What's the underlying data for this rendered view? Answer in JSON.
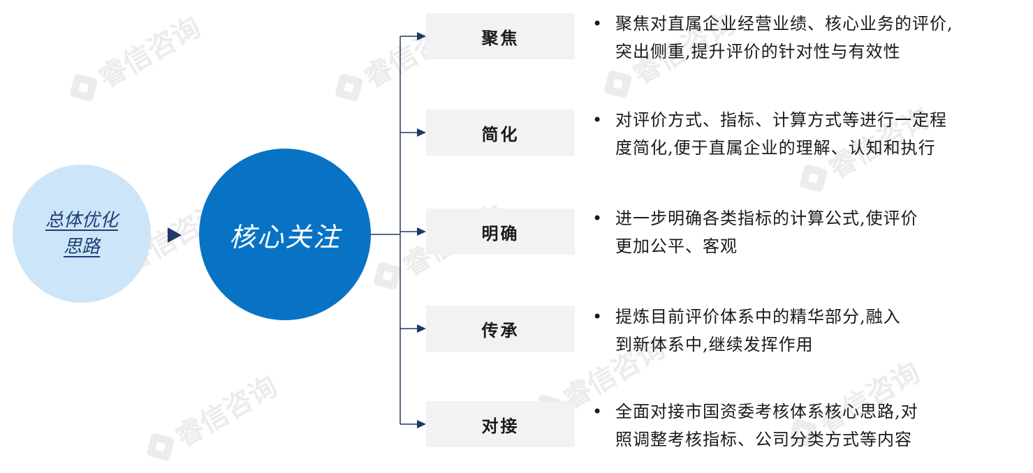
{
  "watermark_text": "睿信咨询",
  "left_circle": {
    "line1": "总体优化",
    "line2": "思路"
  },
  "main_circle": {
    "label": "核心关注"
  },
  "colors": {
    "left_circle": "#cde5f8",
    "main_circle": "#0873c4",
    "connector": "#1f3864",
    "label_box": "#f2f2f2"
  },
  "items": [
    {
      "label": "聚焦",
      "line1": "聚焦对直属企业经营业绩、核心业务的评价,",
      "line2": "突出侧重,提升评价的针对性与有效性"
    },
    {
      "label": "简化",
      "line1": "对评价方式、指标、计算方式等进行一定程",
      "line2": "度简化,便于直属企业的理解、认知和执行"
    },
    {
      "label": "明确",
      "line1": "进一步明确各类指标的计算公式,使评价",
      "line2": "更加公平、客观"
    },
    {
      "label": "传承",
      "line1": "提炼目前评价体系中的精华部分,融入",
      "line2": "到新体系中,继续发挥作用"
    },
    {
      "label": "对接",
      "line1": "全面对接市国资委考核体系核心思路,对",
      "line2": "照调整考核指标、公司分类方式等内容"
    }
  ]
}
